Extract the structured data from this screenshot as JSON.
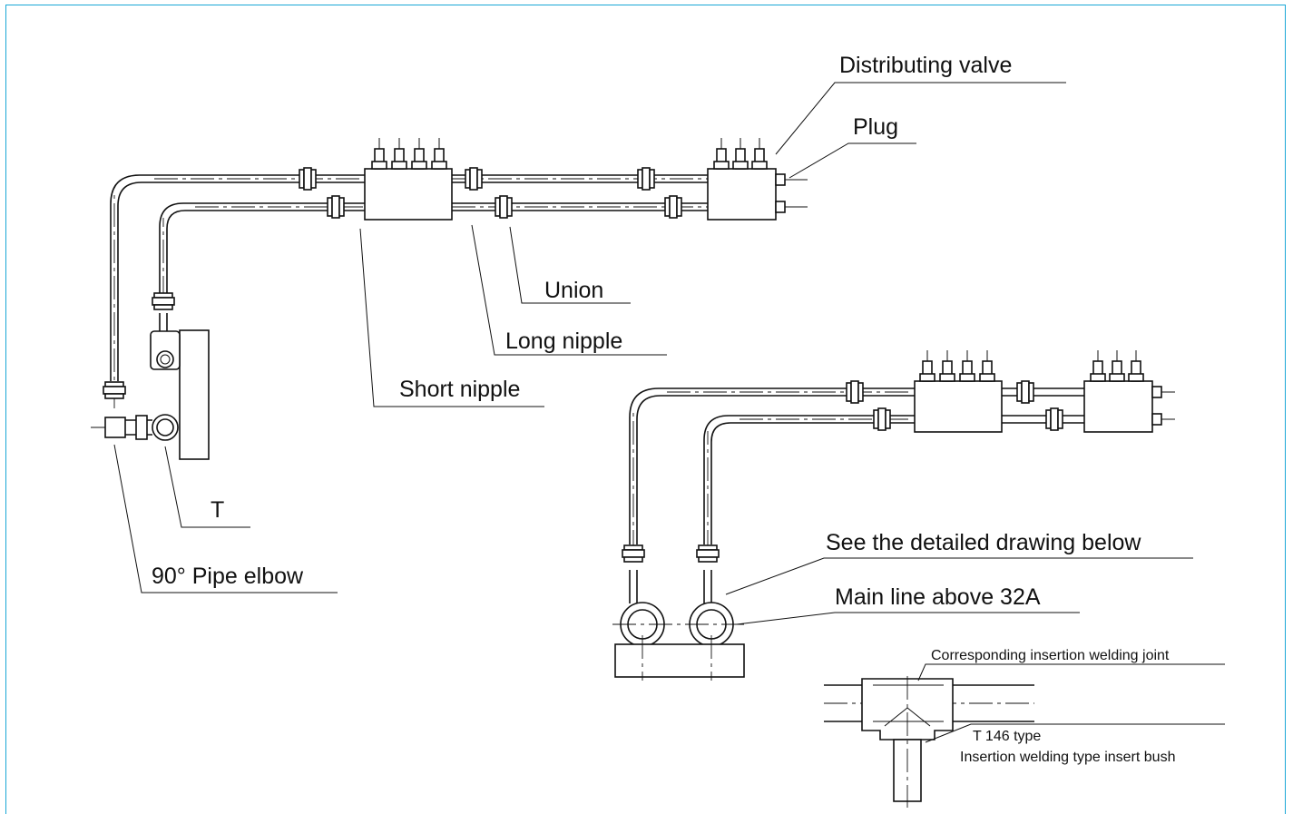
{
  "labels": {
    "distributing_valve": "Distributing valve",
    "plug": "Plug",
    "union": "Union",
    "long_nipple": "Long nipple",
    "short_nipple": "Short nipple",
    "tee": "T",
    "pipe_elbow": "90° Pipe elbow",
    "see_detail": "See the detailed drawing below",
    "main_line": "Main line above 32A",
    "welding_joint": "Corresponding insertion welding joint",
    "t146_type": "T 146 type",
    "insert_bush": "Insertion welding type insert bush"
  },
  "colors": {
    "frame": "#1aa7d6",
    "line": "#111111"
  }
}
